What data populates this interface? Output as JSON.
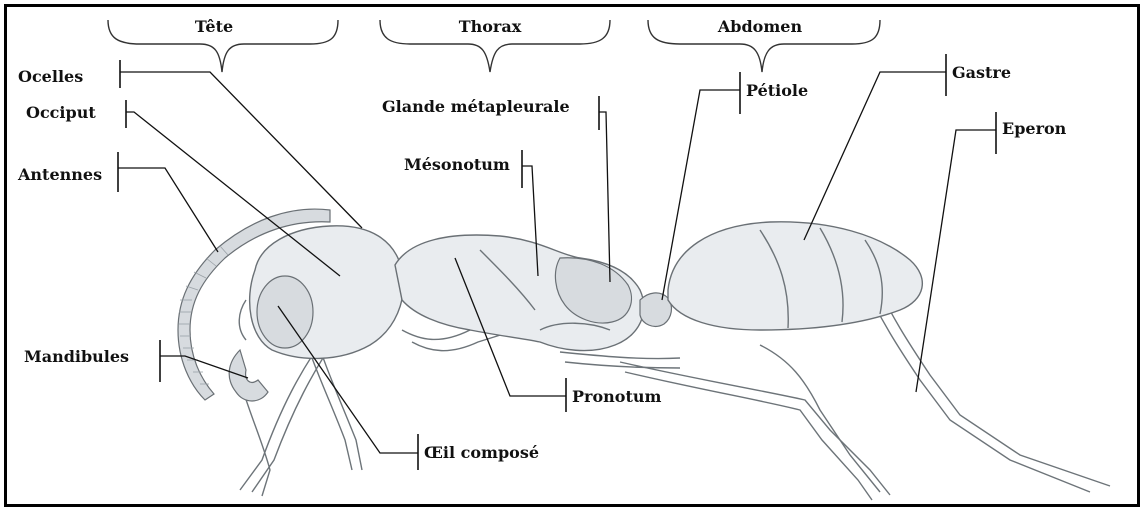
{
  "sections": {
    "head": "Tête",
    "thorax": "Thorax",
    "abdomen": "Abdomen"
  },
  "labels": {
    "ocelles": "Ocelles",
    "occiput": "Occiput",
    "antennes": "Antennes",
    "mandibules": "Mandibules",
    "oeil": "Œil composé",
    "glande": "Glande métapleurale",
    "mesonotum": "Mésonotum",
    "pronotum": "Pronotum",
    "petiole": "Pétiole",
    "gastre": "Gastre",
    "eperon": "Eperon"
  }
}
